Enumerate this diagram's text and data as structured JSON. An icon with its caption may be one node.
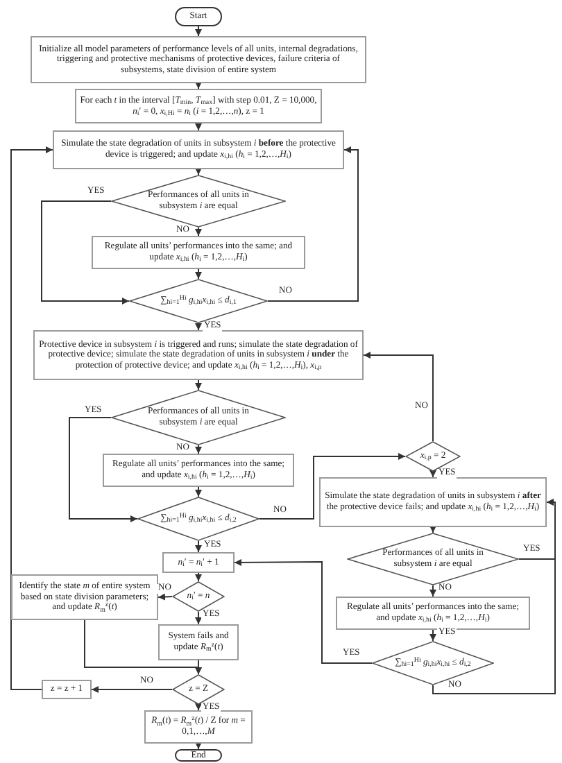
{
  "diagram": {
    "nodes": [
      {
        "text": [
          "Start"
        ]
      },
      {
        "text": [
          "Initialize all model parameters of performance levels of all units, internal degradations, triggering and protective mechanisms of protective devices, failure criteria of subsystems, state division of entire system"
        ]
      },
      {
        "text": [
          "For each *t* in the interval [*T*$_{min}$, *T*$_{max}$] with step 0.01, Z = 10,000, *n*$_{i}$′ = 0, *x*$_{i,Hi}$ = *n*$_{i}$ (*i* = 1,2,…,*n*), z = 1"
        ]
      },
      {
        "text": [
          "Simulate the state degradation of units in subsystem *i* **before** the protective device is triggered; and update *x*$_{i,hi}$ (*h*$_{i}$ = 1,2,…,*H*$_{i}$)"
        ]
      },
      {
        "text": [
          "Performances of all units in subsystem *i* are equal"
        ]
      },
      {
        "text": [
          "Regulate all units’ performances into the same; and update *x*$_{i,hi}$ (*h*$_{i}$ = 1,2,…,*H*$_{i}$)"
        ]
      },
      {
        "text": [
          "∑$_{hi=1}$$^{Hi}$ *g*$_{i,hi}$*x*$_{i,hi}$ ≤ *d*$_{i,1}$"
        ]
      },
      {
        "text": [
          "Protective device in subsystem *i* is triggered and runs; simulate the state degradation of protective device; simulate the state degradation of units in subsystem *i* **under** the protection of protective device; and update *x*$_{i,hi}$ (*h*$_{i}$ = 1,2,…,*H*$_{i}$), *x*$_{i,p}$"
        ]
      },
      {
        "text": [
          "Performances of all units in subsystem *i* are equal"
        ]
      },
      {
        "text": [
          "Regulate all units’ performances into the same; and update *x*$_{i,hi}$ (*h*$_{i}$ = 1,2,…,*H*$_{i}$)"
        ]
      },
      {
        "text": [
          "∑$_{hi=1}$$^{Hi}$ *g*$_{i,hi}$*x*$_{i,hi}$ ≤ *d*$_{i,2}$"
        ]
      },
      {
        "text": [
          "*n*$_{i}$′ = *n*$_{i}$′ + 1"
        ]
      },
      {
        "text": [
          "*n*$_{i}$′ = *n*"
        ]
      },
      {
        "text": [
          "Identify the state *m* of entire system based on state division parameters; and update *R*$_{m}$$^{z}$(*t*)"
        ]
      },
      {
        "text": [
          "System fails and update *R*$_{m}$$^{z}$(*t*)"
        ]
      },
      {
        "text": [
          "z = Z"
        ]
      },
      {
        "text": [
          "z = z + 1"
        ]
      },
      {
        "text": [
          "*R*$_{m}$(*t*) = *R*$_{m}$$^{z}$(*t*) / Z for *m* = 0,1,…,*M*"
        ]
      },
      {
        "text": [
          "End"
        ]
      },
      {
        "text": [
          "*x*$_{i,p}$ = 2"
        ]
      },
      {
        "text": [
          "Simulate the state degradation of units in subsystem *i* **after** the protective device fails; and update *x*$_{i,hi}$ (*h*$_{i}$ = 1,2,…,*H*$_{i}$)"
        ]
      },
      {
        "text": [
          "Performances of all units in subsystem *i* are equal"
        ]
      },
      {
        "text": [
          "Regulate all units’ performances into the same; and update *x*$_{i,hi}$ (*h*$_{i}$ = 1,2,…,*H*$_{i}$)"
        ]
      },
      {
        "text": [
          "∑$_{hi=1}$$^{Hi}$ *g*$_{i,hi}$*x*$_{i,hi}$ ≤ *d*$_{i,2}$"
        ]
      }
    ],
    "edges": [
      {
        "from": 0,
        "to": 1,
        "arrow": "to"
      },
      {
        "from": 1,
        "to": 2,
        "arrow": "to"
      },
      {
        "from": 2,
        "to": 3,
        "arrow": "to"
      },
      {
        "from": 3,
        "to": 4,
        "arrow": "to"
      },
      {
        "from": 4,
        "to": 5,
        "arrow": "to",
        "label": "NO"
      },
      {
        "from": 4,
        "to": 6,
        "arrow": "to",
        "label": "YES"
      },
      {
        "from": 5,
        "to": 6,
        "arrow": "to"
      },
      {
        "from": 6,
        "to": 3,
        "arrow": "to",
        "label": "NO"
      },
      {
        "from": 6,
        "to": 7,
        "arrow": "to",
        "label": "YES"
      },
      {
        "from": 7,
        "to": 8,
        "arrow": "to"
      },
      {
        "from": 8,
        "to": 9,
        "arrow": "to",
        "label": "NO"
      },
      {
        "from": 8,
        "to": 10,
        "arrow": "to",
        "label": "YES"
      },
      {
        "from": 9,
        "to": 10,
        "arrow": "to"
      },
      {
        "from": 10,
        "to": 19,
        "arrow": "to",
        "label": "NO"
      },
      {
        "from": 10,
        "to": 11,
        "arrow": "to",
        "label": "YES"
      },
      {
        "from": 19,
        "to": 7,
        "arrow": "to",
        "label": "NO"
      },
      {
        "from": 19,
        "to": 20,
        "arrow": "to",
        "label": "YES"
      },
      {
        "from": 20,
        "to": 21,
        "arrow": "to"
      },
      {
        "from": 21,
        "to": 22,
        "arrow": "to",
        "label": "NO"
      },
      {
        "from": 22,
        "to": 23,
        "arrow": "to",
        "label": "YES"
      },
      {
        "from": 21,
        "to": 20,
        "arrow": "to",
        "label": "YES"
      },
      {
        "from": 23,
        "to": 20,
        "arrow": "to",
        "label": "NO"
      },
      {
        "from": 23,
        "to": 11,
        "arrow": "to",
        "label": "YES"
      },
      {
        "from": 11,
        "to": 12,
        "arrow": "to"
      },
      {
        "from": 12,
        "to": 13,
        "arrow": "to",
        "label": "NO"
      },
      {
        "from": 12,
        "to": 14,
        "arrow": "to",
        "label": "YES"
      },
      {
        "from": 13,
        "to": 15,
        "arrow": "to"
      },
      {
        "from": 14,
        "to": 15,
        "arrow": "to"
      },
      {
        "from": 15,
        "to": 16,
        "arrow": "to",
        "label": "NO"
      },
      {
        "from": 15,
        "to": 17,
        "arrow": "to",
        "label": "YES"
      },
      {
        "from": 17,
        "to": 18,
        "arrow": "to"
      },
      {
        "from": 16,
        "to": 3,
        "arrow": "to"
      }
    ]
  }
}
